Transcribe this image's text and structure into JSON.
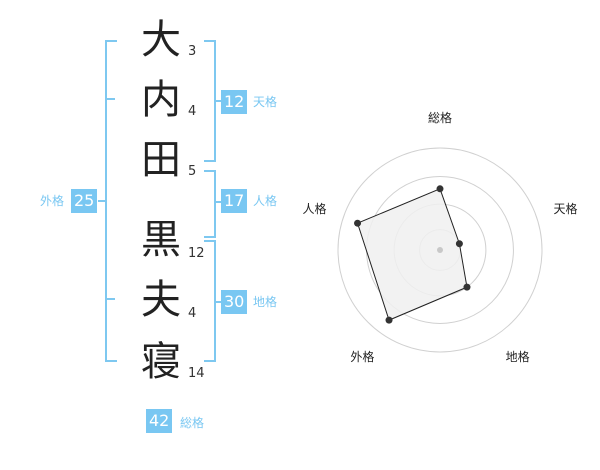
{
  "name": {
    "characters": [
      {
        "char": "大",
        "strokes": "3"
      },
      {
        "char": "内",
        "strokes": "4"
      },
      {
        "char": "田",
        "strokes": "5"
      },
      {
        "char": "黒",
        "strokes": "12"
      },
      {
        "char": "夫",
        "strokes": "4"
      },
      {
        "char": "寝",
        "strokes": "14"
      }
    ]
  },
  "kaku": {
    "tenkaku": {
      "value": "12",
      "label": "天格"
    },
    "jinkaku": {
      "value": "17",
      "label": "人格"
    },
    "chikaku": {
      "value": "30",
      "label": "地格"
    },
    "gaikaku": {
      "value": "25",
      "label": "外格"
    },
    "soukaku": {
      "value": "42",
      "label": "総格"
    }
  },
  "accent_color": "#79c7f2",
  "chart_data": {
    "type": "radar",
    "axes": [
      "総格",
      "天格",
      "地格",
      "外格",
      "人格"
    ],
    "values": [
      0.6,
      0.2,
      0.45,
      0.85,
      0.85
    ],
    "range": [
      0,
      1
    ],
    "rings": 4
  }
}
